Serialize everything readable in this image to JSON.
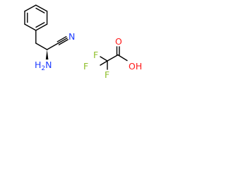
{
  "molecules": {
    "left": {
      "labels": {
        "nitrile": "N",
        "amine_h": "H",
        "amine_subscript": "2",
        "amine_n": "N"
      }
    },
    "right": {
      "labels": {
        "f_top": "F",
        "f_left": "F",
        "f_bottom": "F",
        "carbonyl_o": "O",
        "hydroxyl": "OH"
      }
    }
  },
  "colors": {
    "bond": "#000000",
    "nitrogen": "#1f3dff",
    "fluorine": "#8fbf2a",
    "oxygen": "#ff1a1a"
  }
}
